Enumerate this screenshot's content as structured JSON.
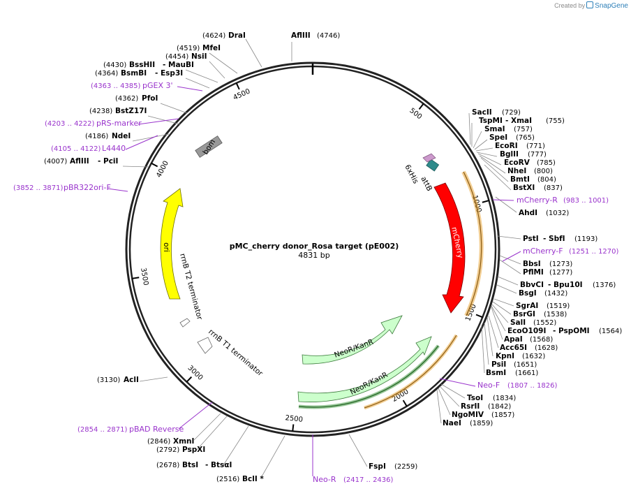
{
  "credit": {
    "prefix": "Created by",
    "brand": "SnapGene"
  },
  "map": {
    "title": "pMC_cherry donor_Rosa target (pE002)",
    "length_label": "4831 bp",
    "total_bp": 4831,
    "ticks": [
      "500",
      "1000",
      "1500",
      "2000",
      "2500",
      "3000",
      "3500",
      "4000",
      "4500"
    ]
  },
  "enzymes": [
    {
      "num": "(4624)",
      "name": "DraI"
    },
    {
      "num": "(4746)",
      "name": "AflIII"
    },
    {
      "num": "(4519)",
      "name": "MfeI"
    },
    {
      "num": "(4454)",
      "name": "NsiI"
    },
    {
      "num": "(4430)",
      "name": "BssHII",
      "extra": "- MauBI"
    },
    {
      "num": "(4364)",
      "name": "BsmBI",
      "extra": "- Esp3I"
    },
    {
      "num": "(4362)",
      "name": "PfoI"
    },
    {
      "num": "(4238)",
      "name": "BstZ17I"
    },
    {
      "num": "(4186)",
      "name": "NdeI"
    },
    {
      "num": "(4007)",
      "name": "AflIII",
      "extra": "- PciI"
    },
    {
      "num": "(729)",
      "name": "SacII"
    },
    {
      "num": "(755)",
      "name": "TspMI",
      "extra": "- XmaI"
    },
    {
      "num": "(757)",
      "name": "SmaI"
    },
    {
      "num": "(765)",
      "name": "SpeI"
    },
    {
      "num": "(771)",
      "name": "EcoRI"
    },
    {
      "num": "(777)",
      "name": "BglII"
    },
    {
      "num": "(785)",
      "name": "EcoRV"
    },
    {
      "num": "(800)",
      "name": "NheI"
    },
    {
      "num": "(804)",
      "name": "BmtI"
    },
    {
      "num": "(837)",
      "name": "BstXI"
    },
    {
      "num": "(1032)",
      "name": "AhdI"
    },
    {
      "num": "(1193)",
      "name": "PstI",
      "extra": "- SbfI"
    },
    {
      "num": "(1273)",
      "name": "BbsI"
    },
    {
      "num": "(1277)",
      "name": "PflMI"
    },
    {
      "num": "(1376)",
      "name": "BbvCI",
      "extra": "- Bpu10I"
    },
    {
      "num": "(1432)",
      "name": "BsgI"
    },
    {
      "num": "(1519)",
      "name": "SgrAI"
    },
    {
      "num": "(1538)",
      "name": "BsrGI"
    },
    {
      "num": "(1552)",
      "name": "SalI"
    },
    {
      "num": "(1564)",
      "name": "EcoO109I",
      "extra": "- PspOMI"
    },
    {
      "num": "(1568)",
      "name": "ApaI"
    },
    {
      "num": "(1628)",
      "name": "Acc65I"
    },
    {
      "num": "(1632)",
      "name": "KpnI"
    },
    {
      "num": "(1651)",
      "name": "PsiI"
    },
    {
      "num": "(1661)",
      "name": "BsmI"
    },
    {
      "num": "(1834)",
      "name": "TsoI"
    },
    {
      "num": "(1842)",
      "name": "RsrII"
    },
    {
      "num": "(1857)",
      "name": "NgoMIV"
    },
    {
      "num": "(1859)",
      "name": "NaeI"
    },
    {
      "num": "(2259)",
      "name": "FspI"
    },
    {
      "num": "(2516)",
      "name": "BclI *"
    },
    {
      "num": "(2678)",
      "name": "BtsI",
      "extra": "- BtsαI"
    },
    {
      "num": "(2792)",
      "name": "PspXI"
    },
    {
      "num": "(2846)",
      "name": "XmnI"
    },
    {
      "num": "(3130)",
      "name": "AclI"
    }
  ],
  "primers": [
    {
      "name": "pGEX 3'",
      "range": "(4363 .. 4385)"
    },
    {
      "name": "pRS-marker",
      "range": "(4203 .. 4222)"
    },
    {
      "name": "L4440",
      "range": "(4105 .. 4122)"
    },
    {
      "name": "pBR322ori-F",
      "range": "(3852 .. 3871)"
    },
    {
      "name": "mCherry-R",
      "range": "(983 .. 1001)"
    },
    {
      "name": "mCherry-F",
      "range": "(1251 .. 1270)"
    },
    {
      "name": "Neo-F",
      "range": "(1807 .. 1826)"
    },
    {
      "name": "pBAD Reverse",
      "range": "(2854 .. 2871)"
    },
    {
      "name": "Neo-R",
      "range": "(2417 .. 2436)"
    }
  ],
  "features": {
    "bom": "bom",
    "attB": "attB",
    "his": "6xHis",
    "mcherry": "mCherry",
    "ori": "ori",
    "t2": "rrnB T2 terminator",
    "t1": "rrnB T1 terminator",
    "neo1": "NeoR/KanR",
    "neo2": "NeoR/KanR"
  },
  "colors": {
    "mcherry": "#ff0000",
    "ori": "#ffff00",
    "neo": "#ccffcc",
    "bom": "#999999",
    "attB": "#2e8b8b",
    "his": "#cc99cc",
    "primer": "#9933cc",
    "orange_track": "#e8a53a",
    "green_track": "#2f8f2f"
  }
}
